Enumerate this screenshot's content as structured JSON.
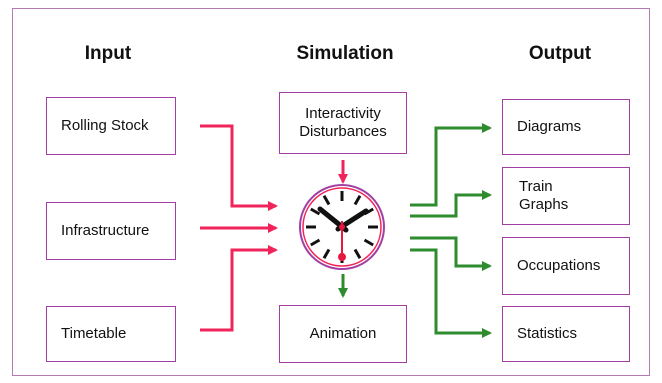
{
  "headings": {
    "input": "Input",
    "simulation": "Simulation",
    "output": "Output"
  },
  "input_boxes": [
    "Rolling Stock",
    "Infrastructure",
    "Timetable"
  ],
  "simulation_boxes": {
    "top_line1": "Interactivity",
    "top_line2": "Disturbances",
    "bottom": "Animation"
  },
  "output_boxes": {
    "diagrams": "Diagrams",
    "train_graphs_line1": "Train",
    "train_graphs_line2": "Graphs",
    "occupations": "Occupations",
    "statistics": "Statistics"
  },
  "center_icon": "station-clock-icon",
  "colors": {
    "border": "#a23fa2",
    "input_arrows": "#f0245a",
    "output_arrows": "#2e8b2e",
    "down_arrow_top": "#f0245a",
    "down_arrow_bottom": "#2e8b2e"
  }
}
